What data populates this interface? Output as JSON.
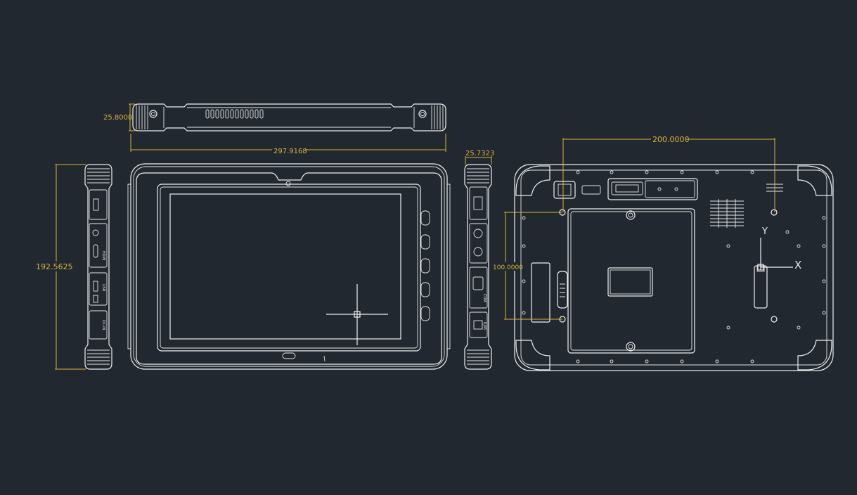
{
  "colors": {
    "background": "#212830",
    "line": "#f0f0f0",
    "dimension": "#d9b43a"
  },
  "dimensions": {
    "thickness_top": "25.8000",
    "width_top": "297.9168",
    "thickness_side": "25.7323",
    "height_left": "192.5625",
    "mount_horizontal": "200.0000",
    "mount_vertical": "100.0000"
  },
  "axis_labels": {
    "y": "Y",
    "x": "X"
  },
  "port_labels": [
    "HDMI",
    "USB",
    "DC-IN",
    "COM",
    "RJ45"
  ]
}
